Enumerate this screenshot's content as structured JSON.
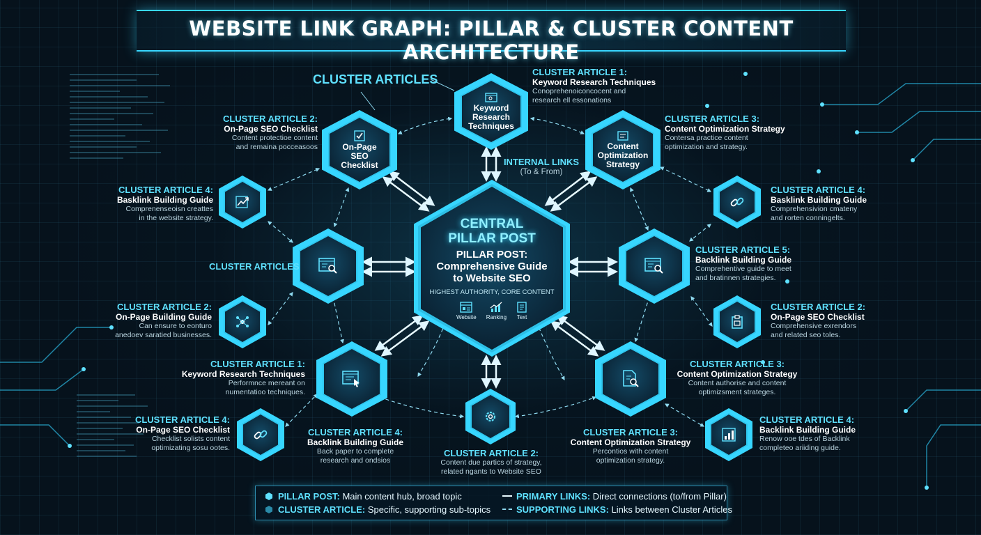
{
  "title": "WEBSITE LINK GRAPH: PILLAR & CLUSTER CONTENT ARCHITECTURE",
  "labels": {
    "cluster_articles_top": "CLUSTER ARTICLES",
    "cluster_articles_left": "CLUSTER ARTICLES",
    "internal_links": "INTERNAL LINKS",
    "internal_links_sub": "(To & From)"
  },
  "pillar": {
    "heading_line1": "CENTRAL",
    "heading_line2": "PILLAR POST",
    "title_line1": "PILLAR POST:",
    "title_line2": "Comprehensive Guide",
    "title_line3": "to Website SEO",
    "tagline": "HIGHEST AUTHORITY, CORE CONTENT",
    "icons": [
      {
        "label": "Website",
        "icon": "website-icon"
      },
      {
        "label": "Ranking",
        "icon": "ranking-chart-icon"
      },
      {
        "label": "Text",
        "icon": "text-document-icon"
      }
    ]
  },
  "hex_texts": {
    "top_line1": "Keyword",
    "top_line2": "Research",
    "top_line3": "Techniques",
    "ul_line1": "On-Page",
    "ul_line2": "SEO",
    "ul_line3": "Checklist",
    "ur_line1": "Content",
    "ur_line2": "Optimization",
    "ur_line3": "Strategy"
  },
  "clusters": [
    {
      "id": "top",
      "heading": "CLUSTER ARTICLE 1:",
      "subtitle": "Keyword Research Techniques",
      "desc1": "Conoprehenoiconcocent and",
      "desc2": "research ell essonations"
    },
    {
      "id": "ul",
      "heading": "CLUSTER ARTICLE 2:",
      "subtitle": "On-Page SEO Checklist",
      "desc1": "Content protectioe content",
      "desc2": "and remaina pocceasoos"
    },
    {
      "id": "ur",
      "heading": "CLUSTER ARTICLE 3:",
      "subtitle": "Content Optimization Strategy",
      "desc1": "Contersa practice content",
      "desc2": "optimization and strategy."
    },
    {
      "id": "l1",
      "heading": "CLUSTER ARTICLE 4:",
      "subtitle": "Basklink Building Guide",
      "desc1": "Comprenenseoisn creattes",
      "desc2": "in the website strategy."
    },
    {
      "id": "r1",
      "heading": "CLUSTER ARTICLE 4:",
      "subtitle": "Basklink Building Guide",
      "desc1": "Comprehensivion cmateny",
      "desc2": "and rorten conningelts."
    },
    {
      "id": "r2",
      "heading": "CLUSTER ARTICLE 5:",
      "subtitle": "Backlink Building Guide",
      "desc1": "Comprehentive guide to meet",
      "desc2": "and bratinnen strategies."
    },
    {
      "id": "l3",
      "heading": "CLUSTER ARTICLE 2:",
      "subtitle": "On-Page Building Guide",
      "desc1": "Can ensure to eonturo",
      "desc2": "anedoev saratied businesses."
    },
    {
      "id": "r3",
      "heading": "CLUSTER ARTICLE 2:",
      "subtitle": "On-Page SEO Checklist",
      "desc1": "Comprehensive exrendors",
      "desc2": "and related seo toles."
    },
    {
      "id": "ll",
      "heading": "CLUSTER ARTICLE 1:",
      "subtitle": "Keyword Research Techniques",
      "desc1": "Performnce mereant on",
      "desc2": "numentatioo techniques."
    },
    {
      "id": "lr",
      "heading": "CLUSTER ARTICLE 3:",
      "subtitle": "Content Optimization Strategy",
      "desc1": "Content authorise and content",
      "desc2": "optimizsment strateges."
    },
    {
      "id": "bl1",
      "heading": "CLUSTER ARTICLE 4:",
      "subtitle": "On-Page SEO Checklist",
      "desc1": "Checklist solists content",
      "desc2": "optimizating sosu ootes."
    },
    {
      "id": "bl2",
      "heading": "CLUSTER ARTICLE 4:",
      "subtitle": "Backlink Building Guide",
      "desc1": "Back paper to complete",
      "desc2": "research and ondsios"
    },
    {
      "id": "bc",
      "heading": "CLUSTER ARTICLE 2:",
      "subtitle": "",
      "desc1": "Content due partics of strategy,",
      "desc2": "related ngants to Website SEO"
    },
    {
      "id": "br1",
      "heading": "CLUSTER ARTICLE 3:",
      "subtitle": "Content Optimization Strategy",
      "desc1": "Percontios with content",
      "desc2": "optimization strategy."
    },
    {
      "id": "br2",
      "heading": "CLUSTER ARTICLE 4:",
      "subtitle": "Backlink Building Guide",
      "desc1": "Renow ooe tdes of Backlink",
      "desc2": "completeo ariiding guide."
    }
  ],
  "legend": {
    "pillar_term": "PILLAR POST:",
    "pillar_desc": "Main content hub, broad topic",
    "cluster_term": "CLUSTER ARTICLE:",
    "cluster_desc": "Specific, supporting sub-topics",
    "primary_term": "PRIMARY LINKS:",
    "primary_desc": "Direct connections (to/from Pillar)",
    "supporting_term": "SUPPORTING LINKS:",
    "supporting_desc": "Links between Cluster Articles"
  },
  "colors": {
    "accent": "#37d6ff",
    "label_cyan": "#5fe1ff",
    "background": "#06121c"
  }
}
